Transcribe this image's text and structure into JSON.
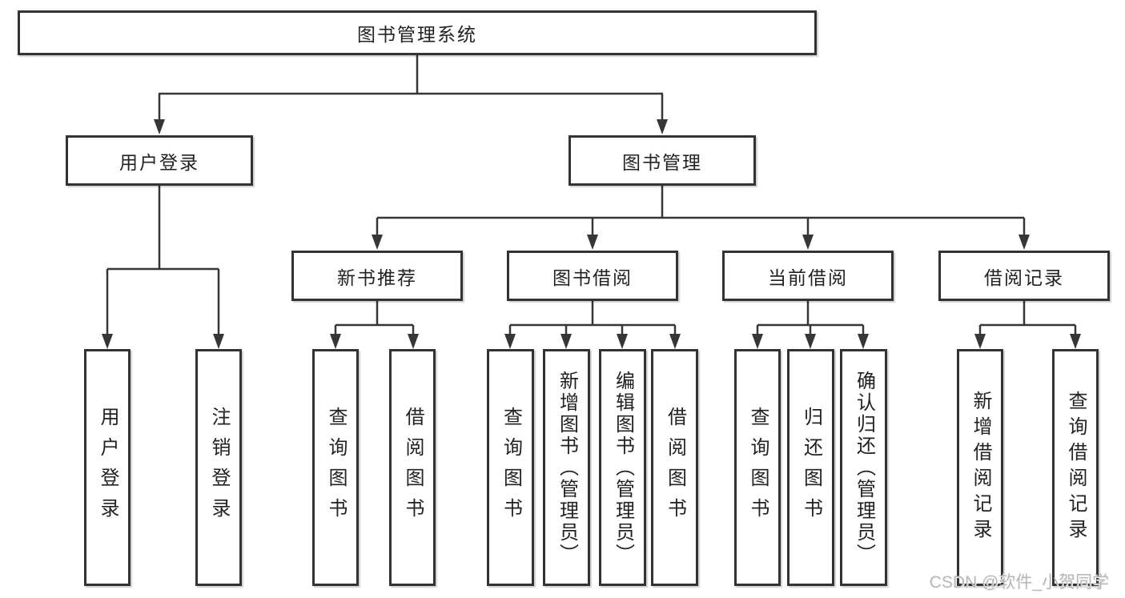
{
  "diagram_title": "图书管理系统",
  "tree": {
    "label": "图书管理系统",
    "children": [
      {
        "label": "用户登录",
        "children": [
          {
            "label": "用户登录"
          },
          {
            "label": "注销登录"
          }
        ]
      },
      {
        "label": "图书管理",
        "children": [
          {
            "label": "新书推荐",
            "children": [
              {
                "label": "查询图书"
              },
              {
                "label": "借阅图书"
              }
            ]
          },
          {
            "label": "图书借阅",
            "children": [
              {
                "label": "查询图书"
              },
              {
                "label": "新增图书（管理员）"
              },
              {
                "label": "编辑图书（管理员）"
              },
              {
                "label": "借阅图书"
              }
            ]
          },
          {
            "label": "当前借阅",
            "children": [
              {
                "label": "查询图书"
              },
              {
                "label": "归还图书"
              },
              {
                "label": "确认归还（管理员）"
              }
            ]
          },
          {
            "label": "借阅记录",
            "children": [
              {
                "label": "新增借阅记录"
              },
              {
                "label": "查询借阅记录"
              }
            ]
          }
        ]
      }
    ]
  },
  "watermark": {
    "text": "CSDN @软件_小贺同学"
  },
  "colors": {
    "background": "#ffffff",
    "line": "#363636",
    "box_border": "#333333",
    "text": "#222222",
    "watermark": "#b8b8b8"
  }
}
